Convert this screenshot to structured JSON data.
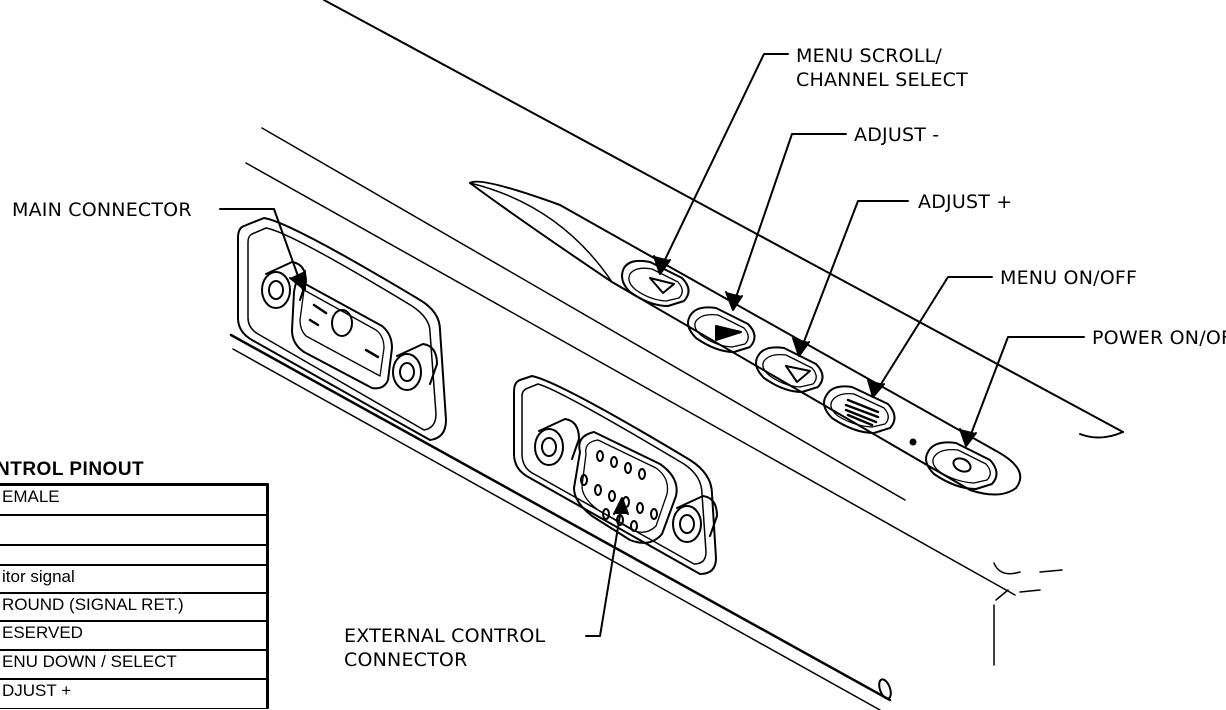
{
  "callouts": {
    "menu_scroll_line1": "MENU SCROLL/",
    "menu_scroll_line2": "CHANNEL SELECT",
    "adjust_minus": "ADJUST -",
    "adjust_plus": "ADJUST +",
    "menu_on_off": "MENU ON/OFF",
    "power_on_off": "POWER ON/OFF",
    "main_connector": "MAIN CONNECTOR",
    "external_control_line1": "EXTERNAL CONTROL",
    "external_control_line2": "CONNECTOR"
  },
  "pinout": {
    "title": "NTROL PINOUT",
    "rows": [
      "EMALE",
      "",
      "",
      "itor signal",
      "ROUND (SIGNAL RET.)",
      "ESERVED",
      "ENU DOWN / SELECT",
      "DJUST  +"
    ]
  }
}
